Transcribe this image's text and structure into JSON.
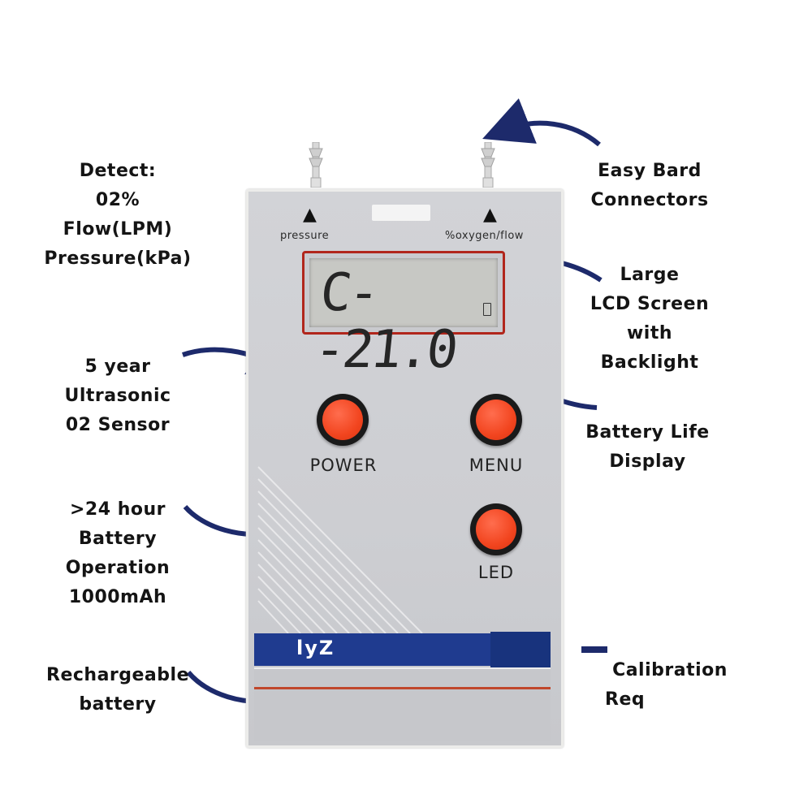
{
  "annotations": {
    "detect": [
      "Detect:",
      "02%",
      "Flow(LPM)",
      "Pressure(kPa)"
    ],
    "connectors": [
      "Easy Bard",
      "Connectors"
    ],
    "lcd": [
      "Large",
      "LCD Screen",
      "with",
      "Backlight"
    ],
    "sensor": [
      "5 year",
      "Ultrasonic",
      "02 Sensor"
    ],
    "battery_life": [
      "Battery Life",
      "Display"
    ],
    "operation": [
      ">24 hour",
      "Battery",
      "Operation",
      "1000mAh"
    ],
    "rechargeable": [
      "Rechargeable",
      "battery"
    ],
    "calibration": [
      "Calibration",
      "Req"
    ]
  },
  "device": {
    "port_left_label": "pressure",
    "port_right_label": "%oxygen/flow",
    "lcd_reading": "C--21.0",
    "buttons": {
      "power": "POWER",
      "menu": "MENU",
      "led": "LED"
    },
    "brand_strip": "lyZ"
  },
  "colors": {
    "arrow": "#1d2a6b",
    "button": "#f2451f",
    "lcd_border": "#b1261c",
    "strip": "#1f3b8f"
  }
}
